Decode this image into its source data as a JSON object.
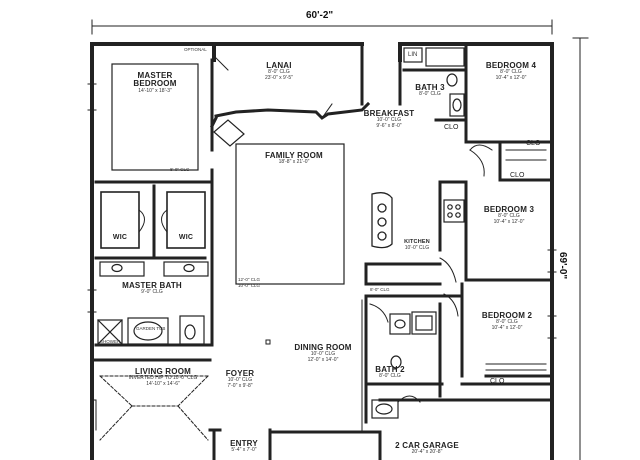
{
  "dimensions": {
    "width_overall": "60'-2\"",
    "depth_overall": "69'-0\""
  },
  "rooms": {
    "master_bedroom": {
      "name": "MASTER BEDROOM",
      "size": "14'-10\" x 18'-3\""
    },
    "lanai": {
      "name": "LANAI",
      "ceiling": "8'-0\" CLG",
      "size": "23'-0\" x 9'-5\""
    },
    "bath3": {
      "name": "BATH 3",
      "ceiling": "8'-0\" CLG"
    },
    "bedroom4": {
      "name": "BEDROOM 4",
      "ceiling": "8'-0\" CLG",
      "size": "10'-4\" x 12'-0\""
    },
    "breakfast": {
      "name": "BREAKFAST",
      "ceiling": "10'-0\" CLG",
      "size": "9'-6\" x 8'-0\""
    },
    "family_room": {
      "name": "FAMILY ROOM",
      "size": "18'-8\" x 21'-0\""
    },
    "bedroom3": {
      "name": "BEDROOM 3",
      "ceiling": "8'-0\" CLG",
      "size": "10'-4\" x 12'-0\""
    },
    "kitchen": {
      "name": "KITCHEN",
      "ceiling": "10'-0\" CLG"
    },
    "master_bath": {
      "name": "MASTER BATH",
      "ceiling": "9'-0\" CLG"
    },
    "wic_left": {
      "name": "WIC"
    },
    "wic_right": {
      "name": "WIC"
    },
    "bedroom2": {
      "name": "BEDROOM 2",
      "ceiling": "8'-0\" CLG",
      "size": "10'-4\" x 12'-0\""
    },
    "dining_room": {
      "name": "DINING ROOM",
      "ceiling": "10'-0\" CLG",
      "size": "12'-0\" x 14'-0\""
    },
    "living_room": {
      "name": "LIVING ROOM",
      "ceiling": "INVERTED HIP TO 10'-0\" CLG",
      "size": "14'-10\" x 14'-6\""
    },
    "foyer": {
      "name": "FOYER",
      "ceiling": "10'-0\" CLG",
      "size": "7'-0\" x 9'-8\""
    },
    "bath2": {
      "name": "BATH 2",
      "ceiling": "8'-0\" CLG"
    },
    "entry": {
      "name": "ENTRY",
      "size": "5'-4\" x 7'-0\""
    },
    "garage": {
      "name": "2 CAR GARAGE",
      "size": "20'-4\" x 20'-8\""
    }
  },
  "notes": {
    "optional": "OPTIONAL",
    "closet_ceiling": "8'-0\" CLG",
    "family_ceiling": "12'-0\" CLG",
    "hall_ceiling": "10'-0\" CLG",
    "garden_tub": "GARDEN TUB",
    "shower": "SHOWER",
    "linen": "LIN",
    "hall_clg": "8'-0\" CLG"
  },
  "closets": {
    "label": "CLO"
  }
}
